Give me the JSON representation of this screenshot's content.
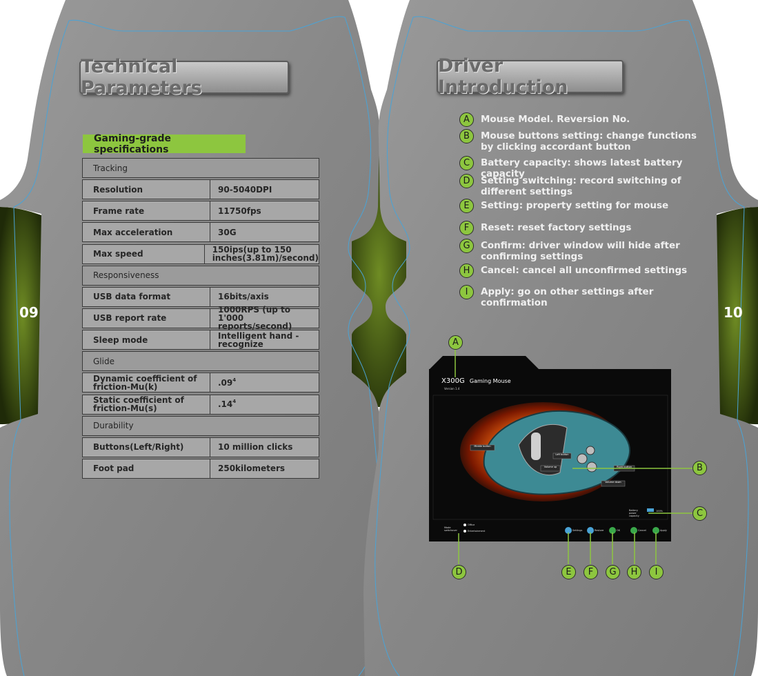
{
  "pages": {
    "left_number": "09",
    "right_number": "10"
  },
  "left_page": {
    "heading": "Technical Parameters",
    "subheading": "Gaming-grade specifications",
    "specs": [
      {
        "section": "Tracking"
      },
      {
        "label": "Resolution",
        "value": "90-5040DPI"
      },
      {
        "label": "Frame rate",
        "value": "11750fps"
      },
      {
        "label": "Max acceleration",
        "value": "30G"
      },
      {
        "label": "Max speed",
        "value": "150ips(up to 150 inches(3.81m)/second)"
      },
      {
        "section": "Responsiveness"
      },
      {
        "label": "USB data format",
        "value": "16bits/axis"
      },
      {
        "label": "USB report rate",
        "value": "1000RPS (up to 1'000 reports/second)"
      },
      {
        "label": "Sleep mode",
        "value": "Intelligent hand -recognize"
      },
      {
        "section": "Glide"
      },
      {
        "label": "Dynamic coefficient of friction-Mu(k)",
        "value": ".09",
        "sup": "4"
      },
      {
        "label": "Static coefficient of friction-Mu(s)",
        "value": ".14",
        "sup": "4"
      },
      {
        "section": "Durability"
      },
      {
        "label": "Buttons(Left/Right)",
        "value": "10 million clicks"
      },
      {
        "label": "Foot pad",
        "value": "250kilometers"
      }
    ]
  },
  "right_page": {
    "heading": "Driver Introduction",
    "legend": [
      {
        "letter": "A",
        "text": "Mouse Model. Reversion No."
      },
      {
        "letter": "B",
        "text": "Mouse buttons setting: change functions by clicking accordant button"
      },
      {
        "letter": "C",
        "text": "Battery capacity: shows latest battery capacity"
      },
      {
        "letter": "D",
        "text": "Setting switching: record switching of different settings"
      },
      {
        "letter": "E",
        "text": "Setting: property setting for mouse"
      },
      {
        "letter": "F",
        "text": "Reset: reset factory settings"
      },
      {
        "letter": "G",
        "text": "Confirm: driver window will hide after confirming settings"
      },
      {
        "letter": "H",
        "text": "Cancel: cancel all unconfirmed settings"
      },
      {
        "letter": "I",
        "text": "Apply: go on other settings after confirmation"
      }
    ],
    "screenshot": {
      "model": "X300G",
      "product": "Gaming Mouse",
      "version": "Version 1.4",
      "button_labels": [
        "Middle button",
        "Left button",
        "Volume up",
        "Volume down",
        "Right button"
      ],
      "battery_label": "Battery power capacity",
      "battery_value": "100%",
      "mode_label": "Mode switchover",
      "modes": [
        "Office",
        "Entertainment"
      ],
      "actions": [
        "Settings",
        "Restore",
        "OK",
        "Cancel",
        "Apply"
      ]
    },
    "callouts": [
      "A",
      "B",
      "C",
      "D",
      "E",
      "F",
      "G",
      "H",
      "I"
    ]
  },
  "colors": {
    "accent": "#8dc63f",
    "page": "#8a8a8a",
    "table_cell": "#a7a7a7",
    "screen_bg": "#0a0a0a"
  }
}
